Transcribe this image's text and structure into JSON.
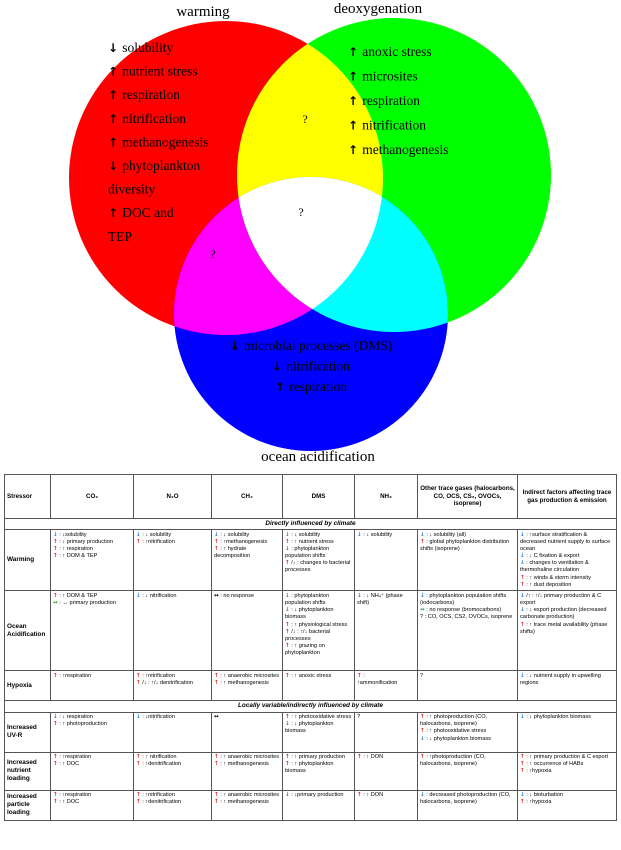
{
  "venn": {
    "titles": {
      "warming": "warming",
      "deoxygenation": "deoxygenation",
      "acidification": "ocean acidification"
    },
    "colors": {
      "red": "#ff0000",
      "green": "#00ff00",
      "blue": "#0000ff",
      "yellow": "#ffff00",
      "magenta": "#ff00ff",
      "cyan": "#00ffff",
      "white": "#ffffff"
    },
    "warming_items": [
      {
        "dir": "down",
        "text": "solubility"
      },
      {
        "dir": "up",
        "text": "nutrient stress"
      },
      {
        "dir": "up",
        "text": "respiration"
      },
      {
        "dir": "up",
        "text": "nitrification"
      },
      {
        "dir": "up",
        "text": "methanogenesis"
      },
      {
        "dir": "down",
        "text": "phytoplankton"
      },
      {
        "dir": "none",
        "text": "diversity"
      },
      {
        "dir": "up",
        "text": "DOC and"
      },
      {
        "dir": "none",
        "text": "TEP"
      }
    ],
    "deox_items": [
      {
        "dir": "up",
        "text": "anoxic stress"
      },
      {
        "dir": "up",
        "text": "microsites"
      },
      {
        "dir": "up",
        "text": "respiration"
      },
      {
        "dir": "up",
        "text": "nitrification"
      },
      {
        "dir": "up",
        "text": "methanogenesis"
      }
    ],
    "acid_items": [
      {
        "dir": "down",
        "text": "microbial processes (DMS)"
      },
      {
        "dir": "down",
        "text": "nitrification"
      },
      {
        "dir": "up",
        "text": "respiration"
      }
    ],
    "unknown_mark": "?"
  },
  "table": {
    "headers": {
      "stressor": "Stressor",
      "co2": "CO₂",
      "n2o": "N₂O",
      "ch4": "CH₄",
      "dms": "DMS",
      "nh3": "NH₃",
      "other": "Other trace gases (halocarbons, CO, OCS, CS₂, OVOCs, isoprene)",
      "indirect": "Indirect factors affecting trace gas production & emission"
    },
    "section_direct": "Directly influenced by climate",
    "section_local": "Locally variable/indirectly influenced by climate",
    "rows": [
      {
        "stressor": "Warming",
        "cells": [
          [
            {
              "c": "down",
              "a": "↓",
              "t": " : ↓solubility"
            },
            {
              "c": "up",
              "a": "↑",
              "t": " : ↓ primary production"
            },
            {
              "c": "up",
              "a": "↑",
              "t": " : ↑ respiration"
            },
            {
              "c": "up",
              "a": "↑",
              "t": " : ↑ DOM & TEP"
            }
          ],
          [
            {
              "c": "down",
              "a": "↓",
              "t": " : ↓ solubility"
            },
            {
              "c": "up",
              "a": "↑",
              "t": " : ↑nitrification"
            }
          ],
          [
            {
              "c": "down",
              "a": "↓",
              "t": " : ↓ solubility"
            },
            {
              "c": "up",
              "a": "↑",
              "t": " : ↑methanogenesis"
            },
            {
              "c": "up",
              "a": "↑",
              "t": " : ↑ hydrate decomposition"
            }
          ],
          [
            {
              "c": "down",
              "a": "↓",
              "t": " : ↓ solubility"
            },
            {
              "c": "up",
              "a": "↑",
              "t": " : ↑ nutrient stress"
            },
            {
              "c": "down",
              "a": "↓",
              "t": " : phytoplankton population shifts"
            },
            {
              "c": "up",
              "a": "↑",
              "t": " /↓ : changes to bacterial processes"
            }
          ],
          [
            {
              "c": "down",
              "a": "↓",
              "t": " : ↓ solubility"
            }
          ],
          [
            {
              "c": "down",
              "a": "↓",
              "t": " : ↓ solubility (all)"
            },
            {
              "c": "up",
              "a": "↑",
              "t": " : global phytoplankton distribution shifts (isoprene)"
            }
          ],
          [
            {
              "c": "down",
              "a": "↓",
              "t": " : ↑surface stratification & decreased nutrient supply to surface ocean"
            },
            {
              "c": "down",
              "a": "↓",
              "t": " : ↓ C fixation & export"
            },
            {
              "c": "down",
              "a": "↓",
              "t": " : changes to ventilation & thermohaline circulation"
            },
            {
              "c": "up",
              "a": "↑",
              "t": " : ↑ winds & storm intensity"
            },
            {
              "c": "up",
              "a": "↑",
              "t": " : ↑ dust deposition"
            }
          ]
        ]
      },
      {
        "stressor": "Ocean Acidification",
        "cells": [
          [
            {
              "c": "up",
              "a": "↑",
              "t": " : ↑ DOM & TEP"
            },
            {
              "c": "both",
              "a": "↔",
              "t": " : ↔ primary production"
            }
          ],
          [
            {
              "c": "down",
              "a": "↓",
              "t": " : ↓ nitrification"
            }
          ],
          [
            {
              "c": "none",
              "a": "↔",
              "t": " : no response"
            }
          ],
          [
            {
              "c": "down",
              "a": "↓",
              "t": " : phytoplankton population shifts"
            },
            {
              "c": "down",
              "a": "↓",
              "t": " : ↓ phytoplankton biomass"
            },
            {
              "c": "up",
              "a": "↑",
              "t": " : ↑ physiological stress"
            },
            {
              "c": "up",
              "a": "↑",
              "t": " /↓ : ↑/↓ bacterial processes"
            },
            {
              "c": "up",
              "a": "↑",
              "t": " : ↑ grazing on phytoplankton"
            }
          ],
          [
            {
              "c": "down",
              "a": "↓",
              "t": " : ↓ NH₄⁺ (phase shift)"
            }
          ],
          [
            {
              "c": "down",
              "a": "↓",
              "t": " : phytoplankton population shifts (iodocarbons)"
            },
            {
              "c": "both",
              "a": "↔",
              "t": " : no response (bromocarbons)"
            },
            {
              "c": "none",
              "a": "",
              "t": "? : CO, OCS, CS2, OVOCs, isoprene"
            }
          ],
          [
            {
              "c": "down",
              "a": "↓",
              "t": " /↑ : ↑/↓ primary production & C export"
            },
            {
              "c": "down",
              "a": "↓",
              "t": " : ↓ export production (decreased carbonate production)"
            },
            {
              "c": "up",
              "a": "↑",
              "t": " : ↑ trace metal availability (phase shifts)"
            }
          ]
        ]
      },
      {
        "stressor": "Hypoxia",
        "cells": [
          [
            {
              "c": "up",
              "a": "↑",
              "t": " : ↑respiration"
            }
          ],
          [
            {
              "c": "up",
              "a": "↑",
              "t": " : ↑nitrification"
            },
            {
              "c": "up",
              "a": "↑",
              "t": " /↓ : ↑/↓ denitrification"
            }
          ],
          [
            {
              "c": "up",
              "a": "↑",
              "t": " : ↑ anaerobic microsites"
            },
            {
              "c": "up",
              "a": "↑",
              "t": " : ↑ methanogenesis"
            }
          ],
          [
            {
              "c": "up",
              "a": "↑",
              "t": " : ↑ anoxic stress"
            }
          ],
          [
            {
              "c": "up",
              "a": "↑",
              "t": " :"
            },
            {
              "c": "none",
              "a": "",
              "t": "↑ammonification"
            }
          ],
          [
            {
              "c": "none",
              "a": "",
              "t": "?"
            }
          ],
          [
            {
              "c": "down",
              "a": "↓",
              "t": " : ↓ nutrient supply in upwelling regions"
            }
          ]
        ]
      },
      {
        "stressor": "Increased UV-R",
        "cells": [
          [
            {
              "c": "down",
              "a": "↓",
              "t": " : ↓ respiration"
            },
            {
              "c": "up",
              "a": "↑",
              "t": " : ↑ photoproduction"
            }
          ],
          [
            {
              "c": "down",
              "a": "↓",
              "t": " : ↓nitrification"
            }
          ],
          [
            {
              "c": "none",
              "a": "↔",
              "t": ""
            }
          ],
          [
            {
              "c": "up",
              "a": "↑",
              "t": " : ↑ photooxidative stress"
            },
            {
              "c": "down",
              "a": "↓",
              "t": " : ↓ phytoplankton biomass"
            }
          ],
          [
            {
              "c": "none",
              "a": "",
              "t": "?"
            }
          ],
          [
            {
              "c": "up",
              "a": "↑",
              "t": " : ↑ photoproduction (CO, halocarbons, isoprene)"
            },
            {
              "c": "up",
              "a": "↑",
              "t": " : ↑ photooxidative stress"
            },
            {
              "c": "down",
              "a": "↓",
              "t": " : ↓ phytoplankton biomass"
            }
          ],
          [
            {
              "c": "down",
              "a": "↓",
              "t": " : ↓ phytoplankton biomass"
            }
          ]
        ]
      },
      {
        "stressor": "Increased nutrient loading",
        "cells": [
          [
            {
              "c": "up",
              "a": "↑",
              "t": " : ↑respiration"
            },
            {
              "c": "up",
              "a": "↑",
              "t": " : ↑ DOC"
            }
          ],
          [
            {
              "c": "up",
              "a": "↑",
              "t": " : ↑ nitrification"
            },
            {
              "c": "up",
              "a": "↑",
              "t": " : ↑denitrification"
            }
          ],
          [
            {
              "c": "up",
              "a": "↑",
              "t": " : ↑ anaerobic microsites"
            },
            {
              "c": "up",
              "a": "↑",
              "t": " : ↑ methanogenesis"
            }
          ],
          [
            {
              "c": "up",
              "a": "↑",
              "t": " : ↑ primary production"
            },
            {
              "c": "up",
              "a": "↑",
              "t": " : ↑ phytoplankton biomass"
            }
          ],
          [
            {
              "c": "up",
              "a": "↑",
              "t": " : ↑ DON"
            }
          ],
          [
            {
              "c": "up",
              "a": "↑",
              "t": " : ↑photoproduction (CO, halocarbons, isoprene)"
            }
          ],
          [
            {
              "c": "up",
              "a": "↑",
              "t": " : ↑ primary production & C export"
            },
            {
              "c": "up",
              "a": "↑",
              "t": " : ↑ occurrence of HABs"
            },
            {
              "c": "up",
              "a": "↑",
              "t": " : ↑hypoxia"
            }
          ]
        ]
      },
      {
        "stressor": "Increased particle loading",
        "cells": [
          [
            {
              "c": "up",
              "a": "↑",
              "t": " : ↑respiration"
            },
            {
              "c": "up",
              "a": "↑",
              "t": " : ↑ DOC"
            }
          ],
          [
            {
              "c": "up",
              "a": "↑",
              "t": " : ↑nitrification"
            },
            {
              "c": "up",
              "a": "↑",
              "t": " : ↑denitrification"
            }
          ],
          [
            {
              "c": "up",
              "a": "↑",
              "t": " : ↑ anaerobic microsites"
            },
            {
              "c": "up",
              "a": "↑",
              "t": " : ↑ methanogenesis"
            }
          ],
          [
            {
              "c": "down",
              "a": "↓",
              "t": " : ↓primary production"
            }
          ],
          [
            {
              "c": "up",
              "a": "↑",
              "t": " : ↑ DON"
            }
          ],
          [
            {
              "c": "down",
              "a": "↓",
              "t": " : decreased photoproduction (CO, halocarbons, isoprene)"
            }
          ],
          [
            {
              "c": "down",
              "a": "↓",
              "t": " : ↓ bioturbation"
            },
            {
              "c": "up",
              "a": "↑",
              "t": " : ↑hypoxia"
            }
          ]
        ]
      }
    ]
  }
}
